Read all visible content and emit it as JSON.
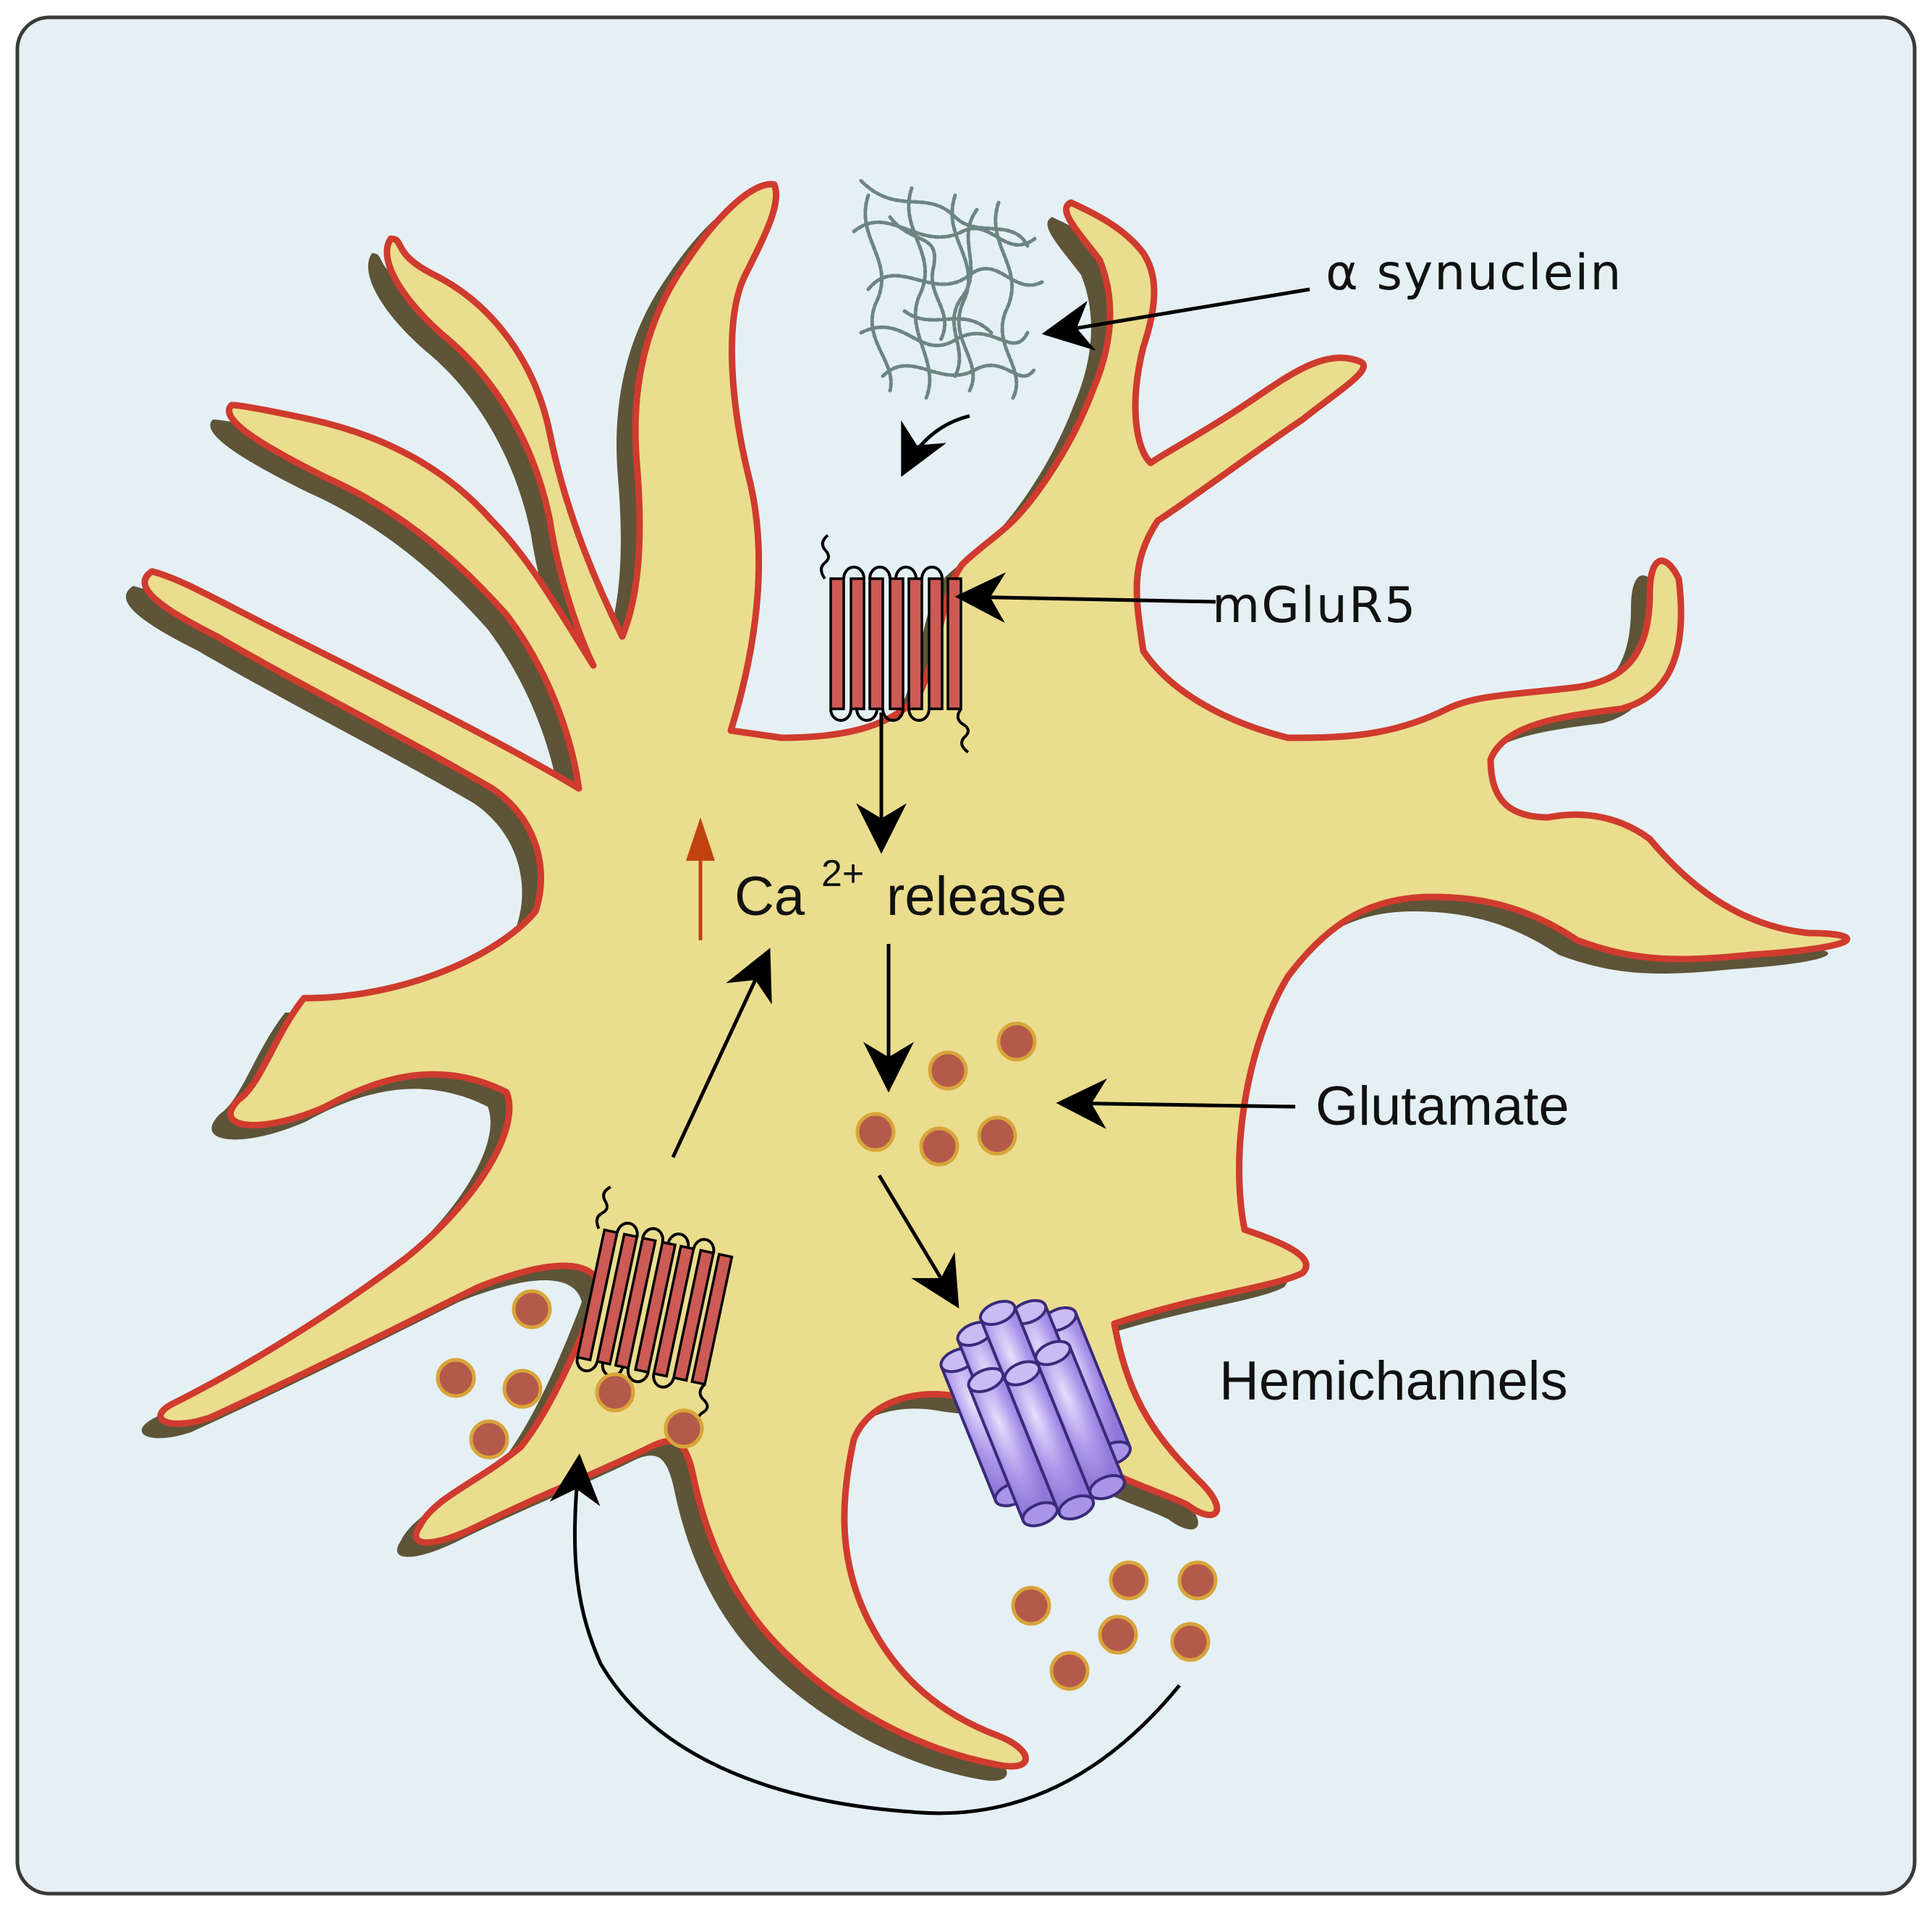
{
  "labels": {
    "alpha_synuclein": "α synuclein",
    "mglur5": "mGluR5",
    "ca_prefix": "Ca",
    "ca_superscript": "2+",
    "ca_suffix": "release",
    "glutamate": "Glutamate",
    "hemichannels": "Hemichannels"
  },
  "colors": {
    "background": "#e5f0f5",
    "frame": "#3a3a3a",
    "cell_fill": "#ebdd8e",
    "cell_outline": "#cf3b2e",
    "cell_shadow": "#5e5438",
    "receptor": "#cc5a55",
    "glutamate_particle": "#b45a4a",
    "glutamate_rim": "#d8a53a",
    "hemichannel": "#a995e8",
    "synuclein": "#6c8580",
    "up_arrow": "#c0420f",
    "arrow": "#000000"
  },
  "icons": {
    "alpha_synuclein": "fibril-cluster",
    "mglur5": "seven-transmembrane-receptor",
    "glutamate": "particle-dots",
    "hemichannels": "connexin-barrel"
  }
}
